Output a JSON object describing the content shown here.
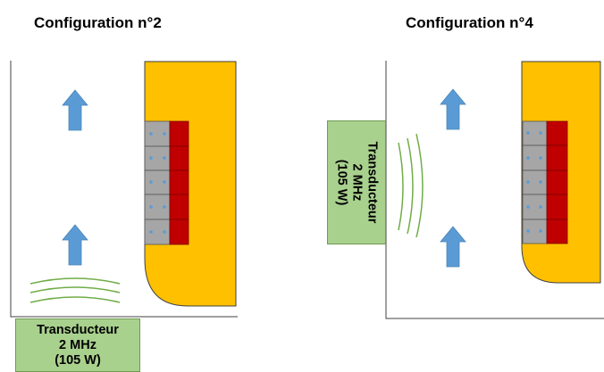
{
  "config_left": {
    "title": "Configuration n°2",
    "transducer": {
      "line1": "Transducteur",
      "line2": "2 MHz",
      "line3": "(105 W)"
    }
  },
  "config_right": {
    "title": "Configuration n°4",
    "transducer": {
      "line1": "Transducteur",
      "line2": "2 MHz",
      "line3": "(105 W)"
    }
  },
  "colors": {
    "arrow": "#5b9bd5",
    "vessel_fill": "#ffc000",
    "gray_block": "#a6a6a6",
    "red_block": "#c00000",
    "wave": "#70ad47",
    "transducer_fill": "#a9d18e"
  },
  "icons": [
    "up-arrow-icon",
    "ultrasound-wave-icon"
  ]
}
